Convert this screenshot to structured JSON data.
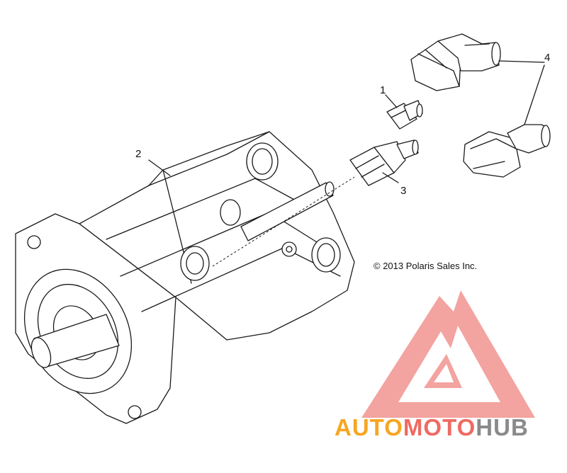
{
  "callouts": {
    "c1": "1",
    "c2": "2",
    "c3": "3",
    "c4": "4"
  },
  "copyright": "© 2013 Polaris Sales Inc.",
  "watermark": {
    "part1": "AUTO",
    "part2": "MOTO",
    "part3": "HUB",
    "color_orange": "#f6a623",
    "color_red": "#ee6a63",
    "color_gray": "#8a8a8a",
    "logo_color": "#f29a96"
  },
  "colors": {
    "line": "#1a1a1a",
    "background": "#ffffff"
  }
}
